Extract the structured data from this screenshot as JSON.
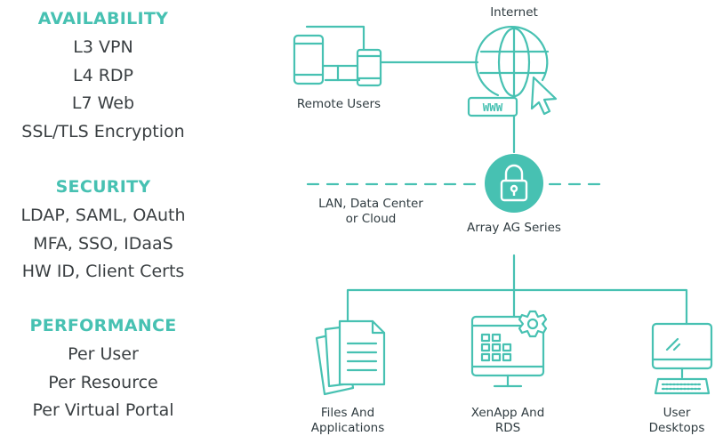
{
  "sections": [
    {
      "title": "AVAILABILITY",
      "items": [
        "L3 VPN",
        "L4 RDP",
        "L7 Web",
        "SSL/TLS Encryption"
      ]
    },
    {
      "title": "SECURITY",
      "items": [
        "LDAP, SAML, OAuth",
        "MFA, SSO, IDaaS",
        "HW ID, Client Certs"
      ]
    },
    {
      "title": "PERFORMANCE",
      "items": [
        "Per User",
        "Per Resource",
        "Per Virtual Portal"
      ]
    }
  ],
  "diagram": {
    "internet_label": "Internet",
    "www_label": "WWW",
    "remote_users_label": "Remote Users",
    "lan_label_1": "LAN, Data Center",
    "lan_label_2": "or Cloud",
    "array_label": "Array AG Series",
    "files_label_1": "Files And",
    "files_label_2": "Applications",
    "xenapp_label_1": "XenApp And",
    "xenapp_label_2": "RDS",
    "user_label_1": "User",
    "user_label_2": "Desktops"
  },
  "colors": {
    "accent": "#47c1b2",
    "text": "#3a3f42"
  }
}
